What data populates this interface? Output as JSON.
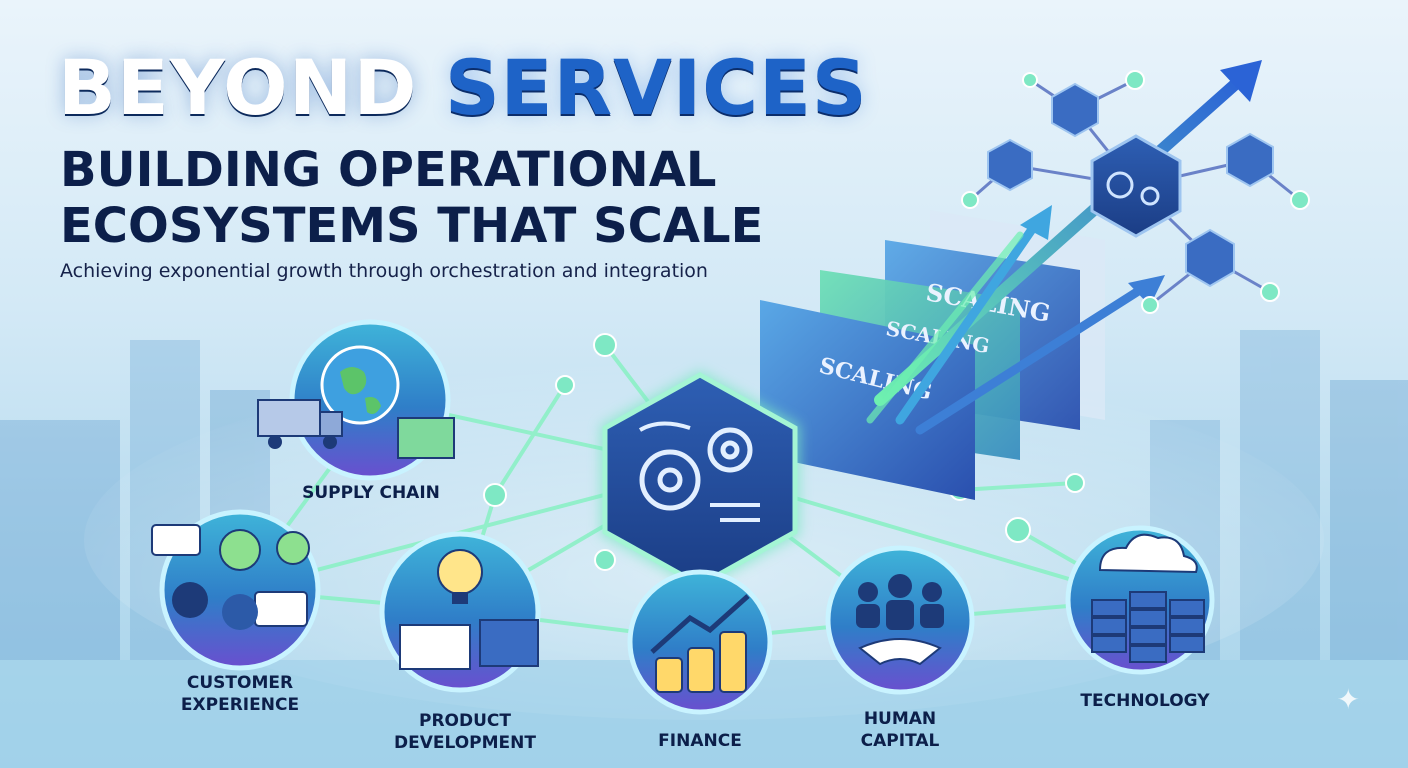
{
  "header": {
    "title_part1": "BEYOND ",
    "title_part2": "SERVICES",
    "title_line2": "BUILDING OPERATIONAL",
    "title_line3": "ECOSYSTEMS THAT SCALE",
    "subtitle": "Achieving exponential growth through orchestration and integration"
  },
  "scaling": {
    "panel1": "SCALING",
    "panel2": "SCALING",
    "panel3": "SCALING"
  },
  "pillars": {
    "supply_chain": "SUPPLY CHAIN",
    "customer_experience_1": "CUSTOMER",
    "customer_experience_2": "EXPERIENCE",
    "product_development_1": "PRODUCT",
    "product_development_2": "DEVELOPMENT",
    "finance": "FINANCE",
    "human_capital_1": "HUMAN",
    "human_capital_2": "CAPITAL",
    "technology": "TECHNOLOGY"
  },
  "colors": {
    "title_white": "#ffffff",
    "title_blue": "#1e63c7",
    "navy": "#0c1f4a",
    "glow_green": "#6ef0b0",
    "node_purple": "#6a5fd6"
  },
  "icons": [
    "gears-icon",
    "globe-icon",
    "truck-icon",
    "chat-icon",
    "lightbulb-icon",
    "coins-icon",
    "handshake-icon",
    "cloud-icon",
    "server-icon",
    "arrow-up-icon",
    "sparkle-icon"
  ]
}
